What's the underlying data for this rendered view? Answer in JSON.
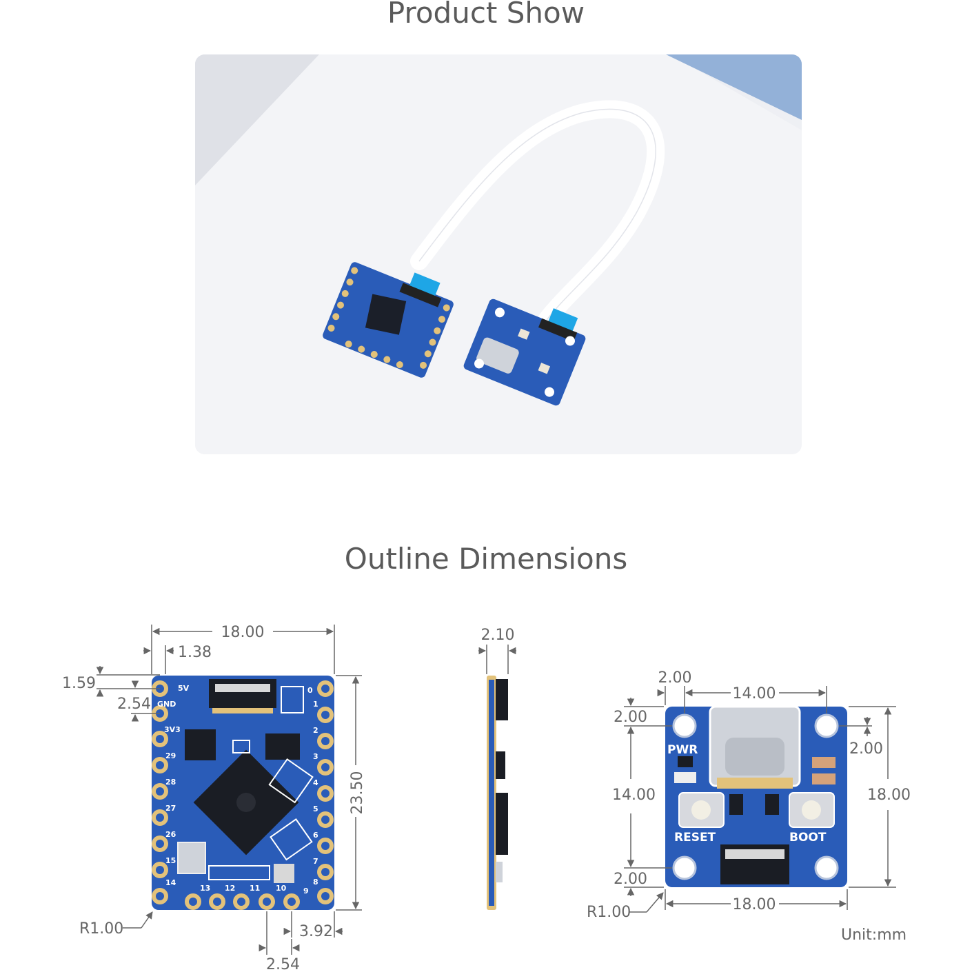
{
  "headings": {
    "product_show": "Product Show",
    "outline_dimensions": "Outline Dimensions"
  },
  "board_left": {
    "width": "18.00",
    "edge_offset": "1.38",
    "top_offset": "1.59",
    "pin_pitch_side": "2.54",
    "height": "23.50",
    "corner_radius": "R1.00",
    "bottom_offset": "3.92",
    "pin_pitch_bottom": "2.54",
    "pin_labels": {
      "left": [
        "5V",
        "GND",
        "3V3",
        "29",
        "28",
        "27",
        "26",
        "15",
        "14"
      ],
      "right": [
        "0",
        "1",
        "2",
        "3",
        "4",
        "5",
        "6",
        "7",
        "8",
        "9"
      ],
      "bottom": [
        "13",
        "12",
        "11",
        "10"
      ]
    }
  },
  "board_side": {
    "thickness": "2.10"
  },
  "board_right": {
    "top_edge": "2.00",
    "hole_spacing_h": "14.00",
    "left_top": "2.00",
    "right_top": "2.00",
    "hole_spacing_v": "14.00",
    "height": "18.00",
    "left_bottom": "2.00",
    "corner_radius": "R1.00",
    "width": "18.00",
    "silk_pwr": "PWR",
    "silk_reset": "RESET",
    "silk_boot": "BOOT"
  },
  "unit": "Unit:mm",
  "colors": {
    "pcb_blue": "#2a5cb8",
    "pad_gold": "#e3c27a",
    "dim_line": "#666666"
  }
}
